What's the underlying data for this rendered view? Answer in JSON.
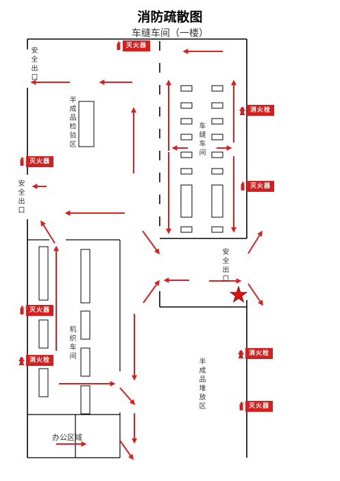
{
  "title": "消防疏散图",
  "subtitle": "车缝车间（一楼）",
  "areas": {
    "exit_top_left": "安全出口",
    "exit_left_mid": "安全出口",
    "exit_center": "安全出口",
    "finished_inspection": "半成品检验区",
    "sewing_workshop": "车缝车间",
    "knitting_workshop": "机织车间",
    "finished_storage": "半成品堆放区",
    "office": "办公区域"
  },
  "signs": {
    "extinguisher_label": "灭火器",
    "hydrant_label": "消火栓"
  },
  "colors": {
    "arrow": "#e01b1b",
    "sign_bg": "#d51f1f",
    "wall": "#000000",
    "star": "#e01010"
  },
  "icons": {
    "extinguisher": "fire-extinguisher-icon",
    "hydrant": "fire-hydrant-icon",
    "current_location": "star-icon"
  }
}
